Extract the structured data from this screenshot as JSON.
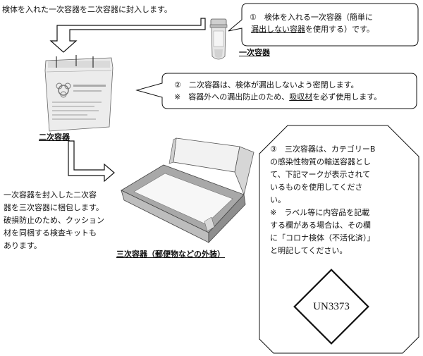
{
  "intro": "検体を入れた一次容器を二次容器に封入します。",
  "primary": {
    "label": "一次容器",
    "callout": {
      "line1": "①　検体を入れる一次容器（簡単に",
      "line2_a": "漏出しない",
      "line2_b": "容器",
      "line2_c": "を使用する）です。"
    }
  },
  "secondary": {
    "label": "二次容器",
    "callout": {
      "line1": "②　二次容器は、検体が漏出しないよう密閉します。",
      "line2_a": "※　容器外への漏出防止のため、",
      "line2_b": "吸収材",
      "line2_c": "を必ず使用します。"
    }
  },
  "tertiary": {
    "label": "三次容器（郵便物などの外装）",
    "pack_text": [
      "一次容器を封入した二次容",
      "器を三次容器に梱包します。",
      "破損防止のため、クッション",
      "材を同梱する検査キットも",
      "あります。"
    ]
  },
  "category_note": [
    "③　三次容器は、カテゴリーB",
    "の感染性物質の輸送容器とし",
    "て、下記マークが表示されて",
    "いるものを使用してくださ",
    "い。",
    "※　ラベル等に内容品を記載",
    "する欄がある場合は、その欄",
    "に「コロナ検体（不活化済）」",
    "と明記してください。"
  ],
  "un_label": "UN3373",
  "colors": {
    "line": "#111111",
    "arrow_fill": "#ffffff",
    "box_gray": "#d9d9d9",
    "box_dark": "#9a9a9a",
    "bag": "#e8e8e8"
  }
}
